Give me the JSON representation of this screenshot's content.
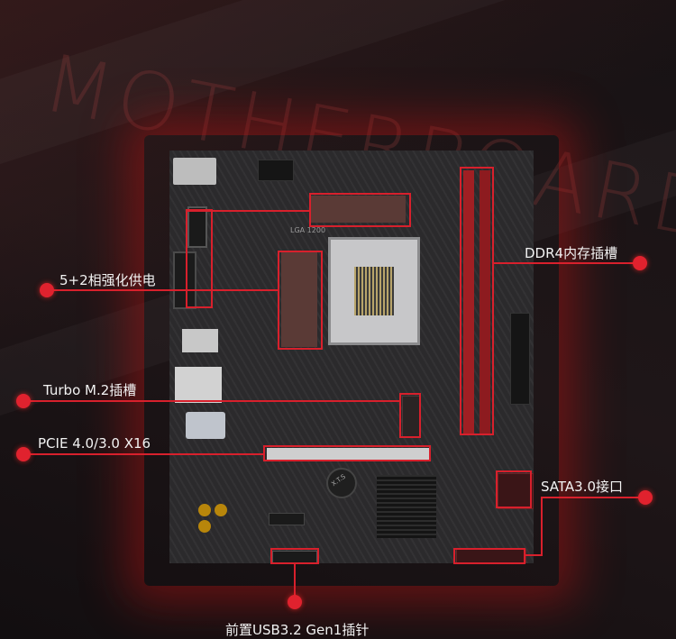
{
  "background_title": "MOTHERBOARD",
  "callouts": {
    "vrm": "5+2相强化供电",
    "m2": "Turbo M.2插槽",
    "pcie": "PCIE 4.0/3.0 X16",
    "ddr4": "DDR4内存插槽",
    "sata": "SATA3.0接口",
    "usb": "前置USB3.2 Gen1插针"
  },
  "board_text": {
    "socket": "LGA 1200",
    "brand": "X.T.S"
  },
  "colors": {
    "accent": "#d8202c",
    "board": "#2b2a2c",
    "dram_slot": "#a01f23",
    "pcie_slot": "#cfcfcf"
  }
}
